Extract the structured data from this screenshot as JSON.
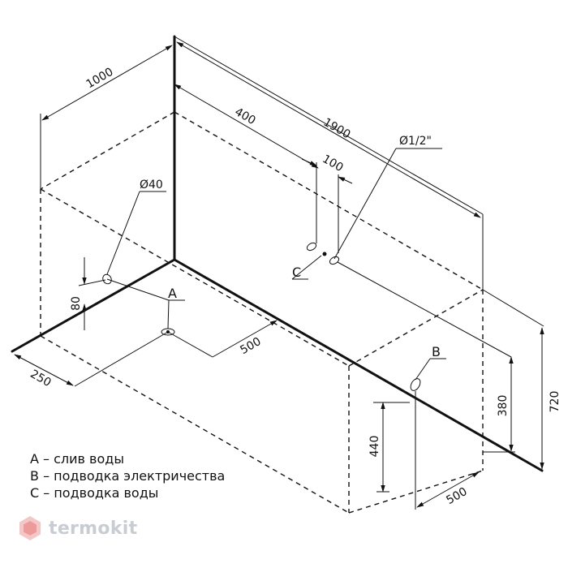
{
  "dimensions": {
    "d1000": "1000",
    "d400": "400",
    "d1900": "1900",
    "d100": "100",
    "d_pipe": "Ø1/2\"",
    "d_drain": "Ø40",
    "d80": "80",
    "d500_floor": "500",
    "d250": "250",
    "d440": "440",
    "d380": "380",
    "d720": "720",
    "d500_right": "500"
  },
  "markers": {
    "a": "A",
    "b": "B",
    "c": "C"
  },
  "legend": {
    "a": "A – слив воды",
    "b": "B – подводка электричества",
    "c": "C – подводка воды"
  },
  "brand": {
    "name": "termokit"
  }
}
